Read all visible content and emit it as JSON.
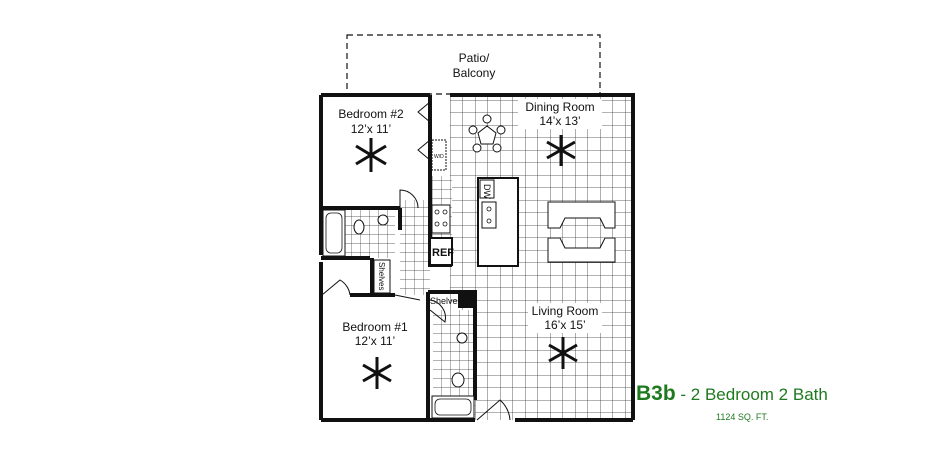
{
  "rooms": {
    "patio": {
      "line1": "Patio/",
      "line2": "Balcony"
    },
    "bedroom2": {
      "name": "Bedroom #2",
      "size": "12’x 11’"
    },
    "dining": {
      "name": "Dining Room",
      "size": "14’x 13’"
    },
    "bedroom1": {
      "name": "Bedroom #1",
      "size": "12’x 11’"
    },
    "living": {
      "name": "Living Room",
      "size": "16’x 15’"
    }
  },
  "fixtures": {
    "dw": "DW",
    "wd": "W/D",
    "ref": "REF",
    "shelves_vertical": "Shelves",
    "shelves_horizontal": "Shelves"
  },
  "plan": {
    "code": "B3b",
    "description": " - 2 Bedroom 2 Bath",
    "area": "1124 SQ. FT.",
    "accent_color": "#1f7a1f"
  }
}
